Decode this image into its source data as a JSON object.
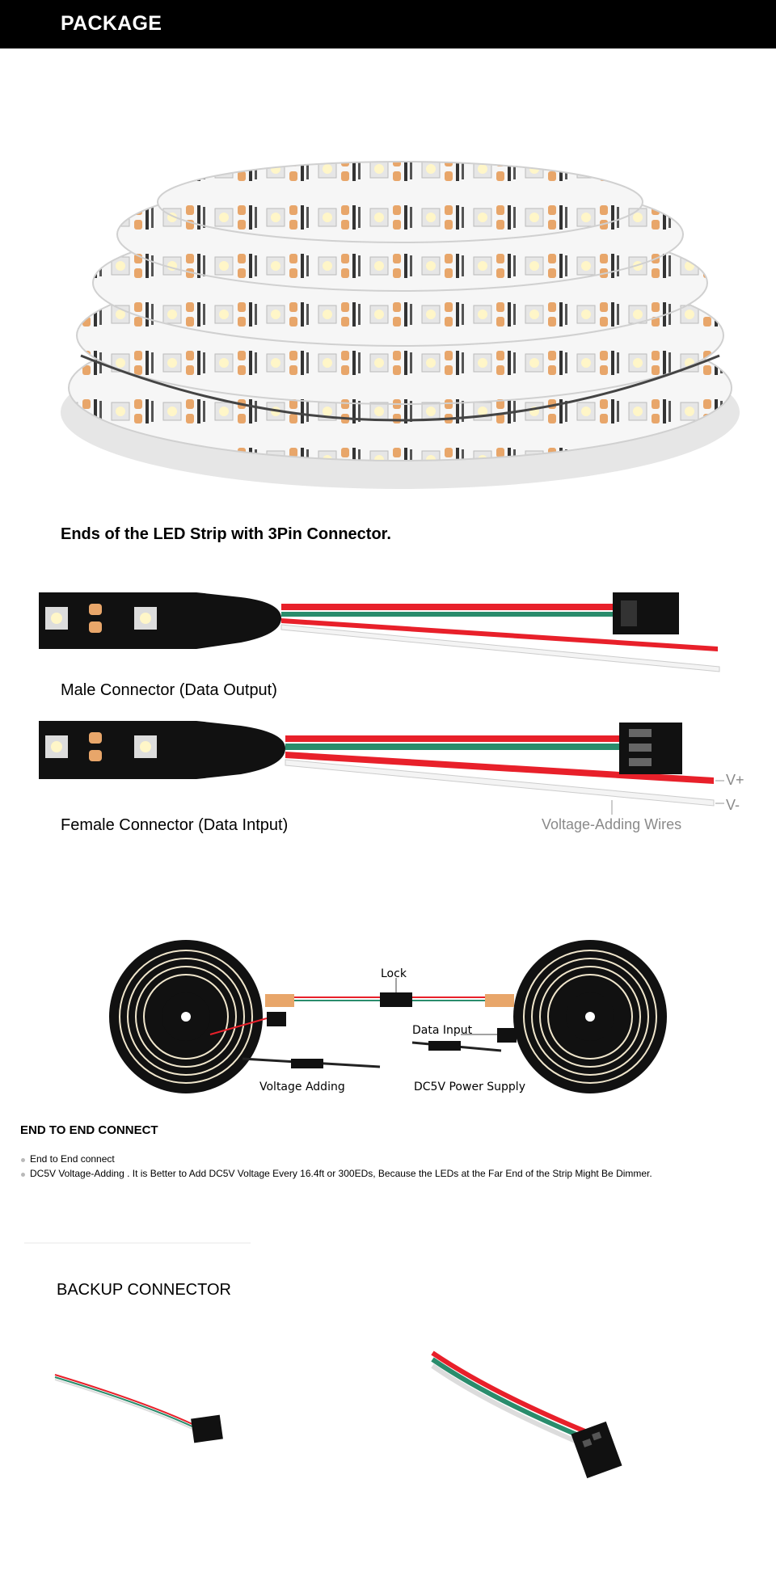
{
  "header": {
    "title": "PACKAGE"
  },
  "strip_section": {
    "title": "Ends of the LED Strip with 3Pin Connector.",
    "male_caption": "Male Connector (Data Output)",
    "female_caption": "Female Connector (Data Intput)",
    "voltage_wires": "Voltage-Adding Wires",
    "v_plus": "V+",
    "v_minus": "V-"
  },
  "diagram": {
    "lock": "Lock",
    "data_input": "Data Input",
    "voltage_adding": "Voltage Adding",
    "power_supply": "DC5V Power Supply"
  },
  "end_to_end": {
    "title": "END TO END CONNECT",
    "bullets": [
      "End to End connect",
      "DC5V Voltage-Adding . It is Better to Add DC5V Voltage Every 16.4ft or 300EDs, Because the LEDs at the Far End of the Strip Might Be Dimmer."
    ]
  },
  "backup": {
    "title": "BACKUP CONNECTOR"
  },
  "colors": {
    "header_bg": "#000000",
    "wire_red": "#e8202a",
    "wire_green": "#2a8c6c",
    "strip_white": "#f2f2f2",
    "pad_orange": "#e8a66a"
  }
}
